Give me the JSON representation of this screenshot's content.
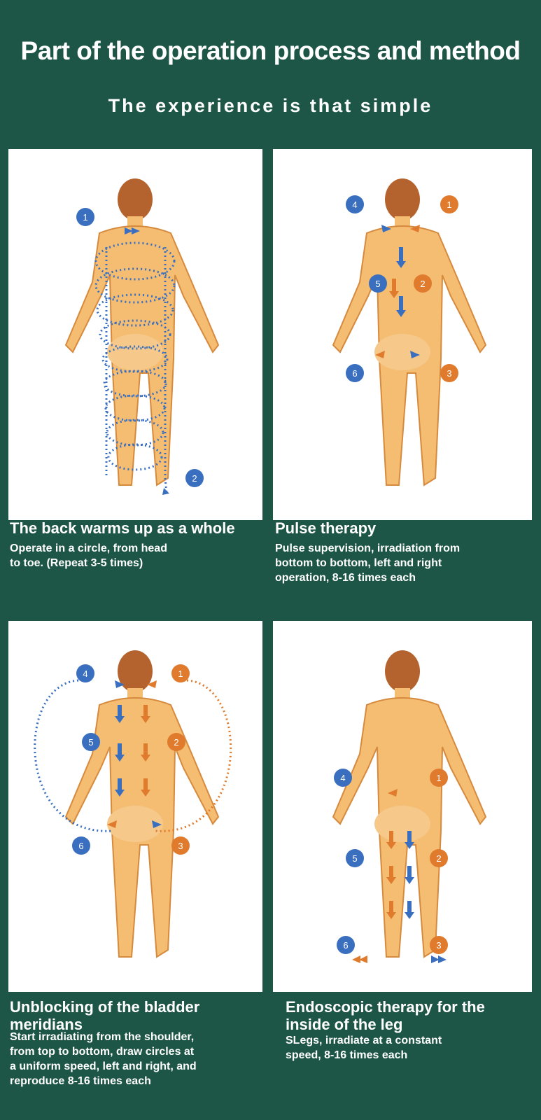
{
  "header": {
    "title": "Part of the operation process and method",
    "subtitle": "The experience is that simple"
  },
  "steps": [
    {
      "title": "The back warms up as a whole",
      "desc_lines": [
        "Operate in a circle, from head",
        "to toe. (Repeat 3-5 times)"
      ],
      "markers": [
        "1",
        "2"
      ]
    },
    {
      "title": "Pulse therapy",
      "desc_lines": [
        "Pulse supervision, irradiation from",
        "bottom to bottom, left and right",
        "operation, 8-16 times each"
      ],
      "markers": [
        "4",
        "1",
        "5",
        "2",
        "6",
        "3"
      ]
    },
    {
      "title_lines": [
        "Unblocking of the bladder",
        "meridians"
      ],
      "desc_lines": [
        "Start irradiating from the shoulder,",
        "from top to bottom, draw circles at",
        " a uniform speed, left and right, and",
        " reproduce 8-16 times each"
      ],
      "markers": [
        "4",
        "1",
        "5",
        "2",
        "6",
        "3"
      ]
    },
    {
      "title_lines": [
        "Endoscopic therapy for the",
        "inside of the leg"
      ],
      "desc_lines": [
        "SLegs, irradiate at a constant",
        "speed, 8-16 times each"
      ],
      "markers": [
        "4",
        "1",
        "5",
        "2",
        "6",
        "3"
      ]
    }
  ],
  "colors": {
    "background": "#1d5546",
    "blue": "#3a6fc0",
    "orange": "#e07a2c",
    "skin": "#f4bd72"
  }
}
